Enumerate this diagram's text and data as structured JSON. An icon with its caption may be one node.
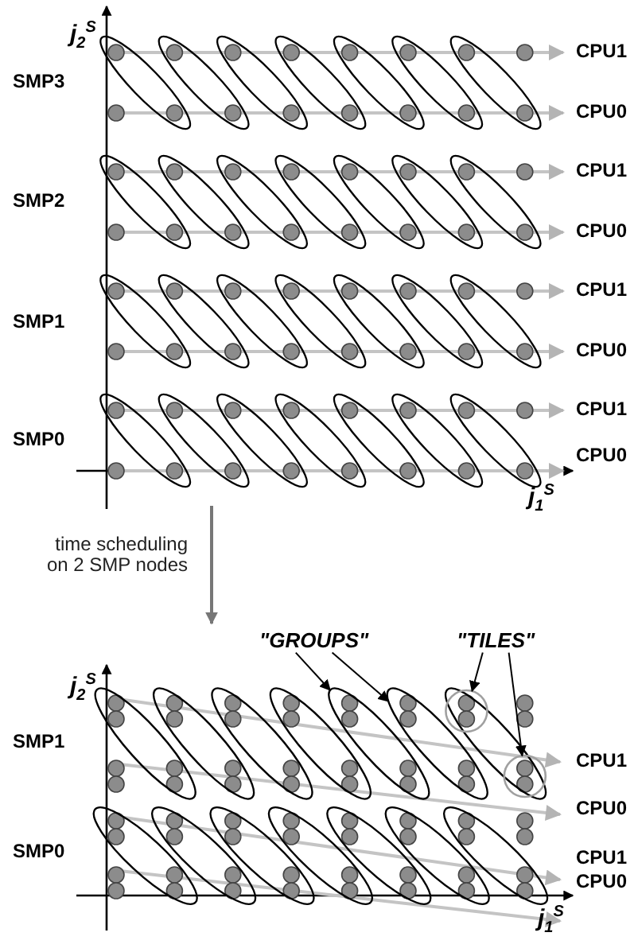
{
  "diagram": {
    "nodes": [
      {
        "text": [
          "\"GROUPS\""
        ]
      },
      {
        "text": [
          "\"TILES\""
        ]
      },
      {
        "text": [],
        "shape": "ellipse"
      },
      {
        "text": [],
        "shape": "ellipse"
      },
      {
        "text": [],
        "shape": "circle"
      },
      {
        "text": [],
        "shape": "circle"
      }
    ],
    "edges": [
      {
        "from": 0,
        "to": 2,
        "arrow": "to"
      },
      {
        "from": 0,
        "to": 3,
        "arrow": "to"
      },
      {
        "from": 1,
        "to": 4,
        "arrow": "to"
      },
      {
        "from": 1,
        "to": 5,
        "arrow": "to"
      }
    ],
    "labels": [
      "j$_{2}$$^{S}$",
      "CPU1",
      "SMP3",
      "CPU0",
      "CPU1",
      "SMP2",
      "CPU0",
      "CPU1",
      "SMP1",
      "CPU0",
      "CPU1",
      "SMP0",
      "CPU0",
      "j$_{1}$$^{S}$",
      "time scheduling on 2 SMP nodes",
      "j$_{2}$$^{S}$",
      "CPU1",
      "SMP1",
      "CPU0",
      "CPU1",
      "SMP0",
      "CPU0",
      "j$_{1}$$^{S}$"
    ]
  }
}
